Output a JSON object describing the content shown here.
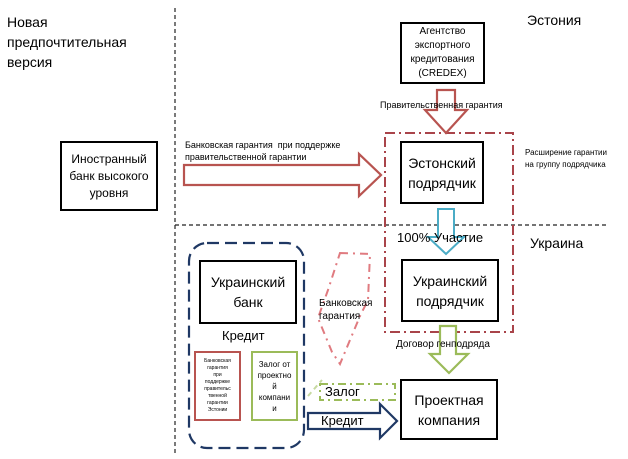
{
  "version_label": "Новая\nпредпочтительная\nверсия",
  "regions": {
    "estonia": "Эстония",
    "ukraine": "Украина"
  },
  "nodes": {
    "credex": "Агентство\nэкспортного\nкредитования\n(CREDEX)",
    "foreign_bank": "Иностранный\nбанк высокого\nуровня",
    "estonian_contractor": "Эстонский\nподрядчик",
    "ukrainian_contractor": "Украинский\nподрядчик",
    "ukrainian_bank": "Украинский\nбанк",
    "project_company": "Проектная\nкомпания",
    "bank_guarantee_estonia": "Банковская\nгарантия\nпри\nподдержке\nправительс\nтвенной\nгарантии\nЭстонии",
    "pledge_project_company": "Залог от\nпроектно\nй\nкомпани\nи"
  },
  "edges": {
    "government_guarantee": "Правительственная гарантия",
    "bank_guarantee_supported": "Банковская гарантия  при поддержке\nправительственной гарантии",
    "guarantee_extension": "Расширение гарантии\nна группу подрядчика",
    "participation": "100% Участие",
    "bank_guarantee": "Банковская\nгарантия",
    "credit_group": "Кредит",
    "general_contract": "Договор генподряда",
    "pledge": "Залог",
    "credit": "Кредит"
  },
  "colors": {
    "red_arrow": "#b85450",
    "red_dash": "#a9444a",
    "blue_arrow": "#4bacc6",
    "green_arrow": "#9bbb59",
    "navy": "#1f3864",
    "pink": "#e07b80"
  }
}
